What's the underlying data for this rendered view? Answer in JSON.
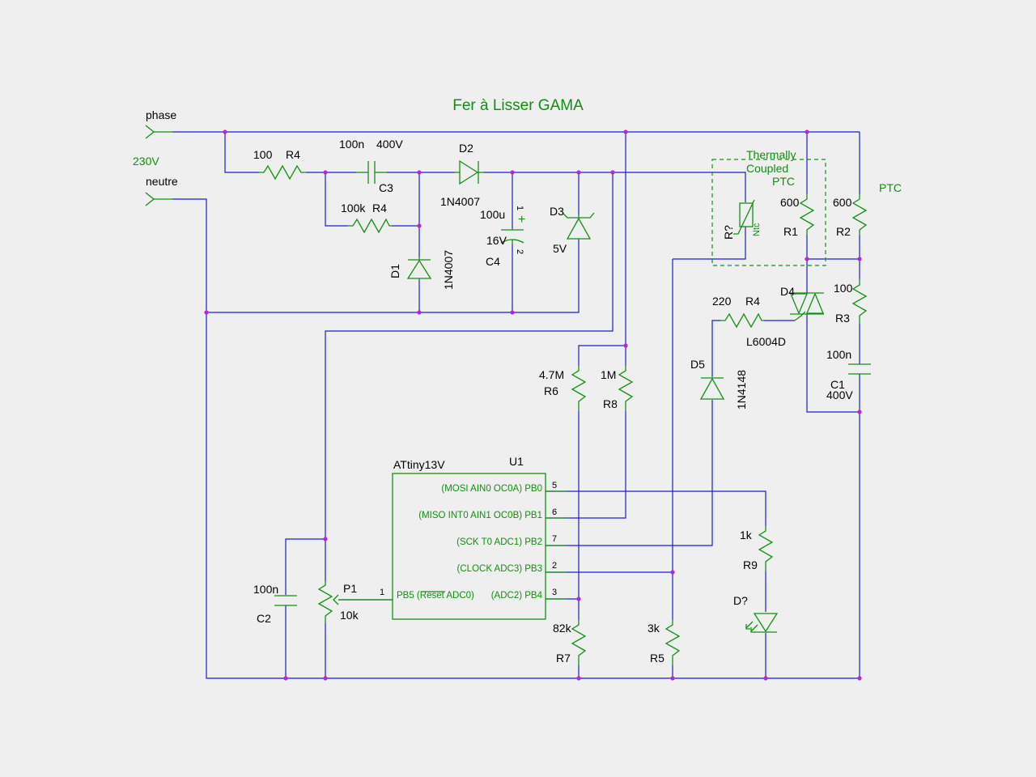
{
  "title": "Fer à Lisser GAMA",
  "ports": {
    "phase": "phase",
    "neutre": "neutre",
    "voltage": "230V"
  },
  "components": {
    "R4a": {
      "value": "100",
      "ref": "R4"
    },
    "C3": {
      "value": "100n",
      "voltage": "400V",
      "ref": "C3"
    },
    "D2": {
      "ref": "D2",
      "part": "1N4007"
    },
    "R4b": {
      "value": "100k",
      "ref": "R4"
    },
    "D1": {
      "ref": "D1",
      "part": "1N4007"
    },
    "C4": {
      "value": "100u",
      "voltage": "16V",
      "ref": "C4",
      "pin1": "1",
      "pin2": "2",
      "plus": "+"
    },
    "D3": {
      "ref": "D3",
      "value": "5V"
    },
    "thermal": {
      "line1": "Thermally",
      "line2": "Coupled",
      "line3": "PTC"
    },
    "NTC": {
      "ref": "R?",
      "type": "Ntc"
    },
    "R1": {
      "value": "600",
      "ref": "R1"
    },
    "R2": {
      "value": "600",
      "ref": "R2",
      "type": "PTC"
    },
    "D4": {
      "ref": "D4",
      "part": "L6004D"
    },
    "R4c": {
      "value": "220",
      "ref": "R4"
    },
    "R3": {
      "value": "100",
      "ref": "R3"
    },
    "C1": {
      "value": "100n",
      "ref": "C1",
      "voltage": "400V"
    },
    "D5": {
      "ref": "D5",
      "part": "1N4148"
    },
    "R6": {
      "value": "4.7M",
      "ref": "R6"
    },
    "R8": {
      "value": "1M",
      "ref": "R8"
    },
    "U1": {
      "part": "ATtiny13V",
      "ref": "U1",
      "pins": [
        {
          "num": "5",
          "name": "(MOSI AIN0 OC0A) PB0"
        },
        {
          "num": "6",
          "name": "(MISO INT0 AIN1 OC0B) PB1"
        },
        {
          "num": "7",
          "name": "(SCK T0 ADC1) PB2"
        },
        {
          "num": "2",
          "name": "(CLOCK ADC3) PB3"
        },
        {
          "num": "3",
          "name": "(ADC2) PB4"
        },
        {
          "num": "1",
          "name": "PB5 (Reset ADC0)"
        }
      ]
    },
    "R9": {
      "value": "1k",
      "ref": "R9"
    },
    "LED": {
      "ref": "D?"
    },
    "C2": {
      "value": "100n",
      "ref": "C2"
    },
    "P1": {
      "ref": "P1",
      "value": "10k"
    },
    "R7": {
      "value": "82k",
      "ref": "R7"
    },
    "R5": {
      "value": "3k",
      "ref": "R5"
    }
  },
  "colors": {
    "wire": "#1c1ccc",
    "component": "#139113",
    "junction": "#b22ad6",
    "background": "#efefef"
  }
}
